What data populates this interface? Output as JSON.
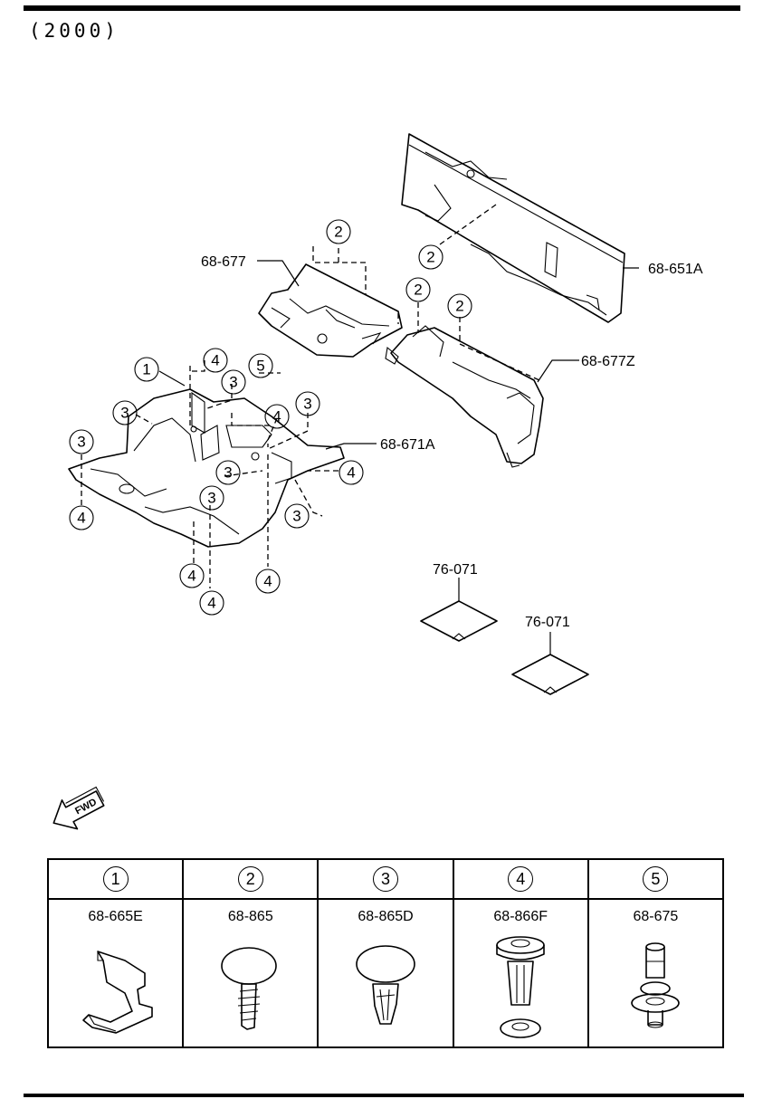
{
  "header": {
    "year_code": "(2000)"
  },
  "parts": {
    "p68_677": "68-677",
    "p68_651A": "68-651A",
    "p68_677Z": "68-677Z",
    "p68_671A": "68-671A",
    "p76_071_a": "76-071",
    "p76_071_b": "76-071"
  },
  "callouts": [
    "1",
    "2",
    "3",
    "4",
    "5"
  ],
  "fwd_label": "FWD",
  "fasteners": [
    {
      "ref": "1",
      "part": "68-665E",
      "icon": "clip-bracket-icon"
    },
    {
      "ref": "2",
      "part": "68-865",
      "icon": "push-rivet-icon"
    },
    {
      "ref": "3",
      "part": "68-865D",
      "icon": "push-clip-icon"
    },
    {
      "ref": "4",
      "part": "68-866F",
      "icon": "grommet-clip-icon"
    },
    {
      "ref": "5",
      "part": "68-675",
      "icon": "stud-nut-icon"
    }
  ]
}
